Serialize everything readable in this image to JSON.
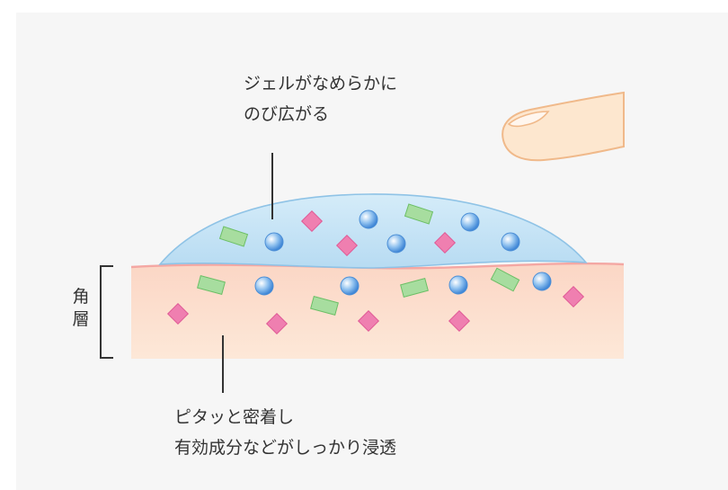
{
  "callout_top": {
    "line1": "ジェルがなめらかに",
    "line2": "のび広がる"
  },
  "callout_bottom": {
    "line1": "ピタッと密着し",
    "line2": "有効成分などがしっかり浸透"
  },
  "layer_label": "角層",
  "colors": {
    "panel_background": "#f6f6f6",
    "gel_fill": "#bfe0f4",
    "gel_stroke": "#8fc3e6",
    "skin_fill": "#fce3d2",
    "skin_top_line": "#f4a7a3",
    "finger_fill": "#fde7cf",
    "finger_stroke": "#f0b98a",
    "particle_blue": "#6aa7e6",
    "particle_pink": "#ec6fa3",
    "particle_green": "#8fd18a",
    "leader_line": "#333333"
  },
  "icons": [
    "finger-illustration",
    "gel-drop",
    "skin-layer",
    "bracket"
  ]
}
